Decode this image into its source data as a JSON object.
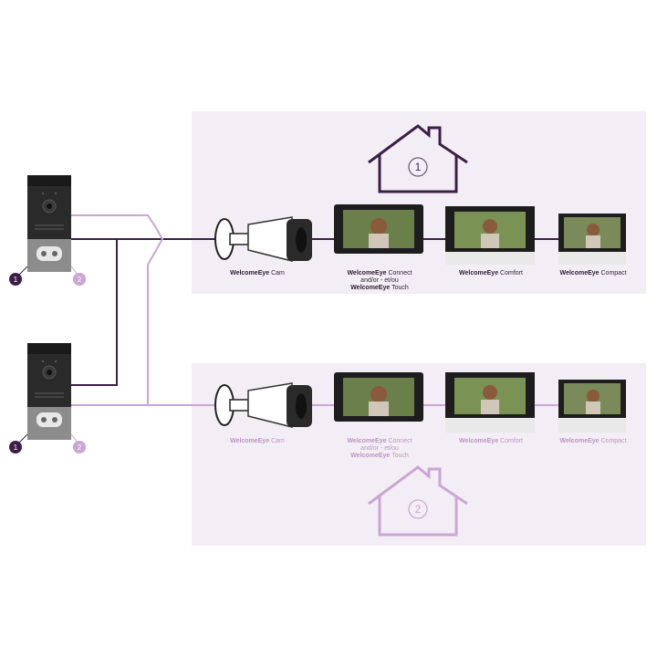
{
  "colors": {
    "dark": "#3b1f47",
    "light": "#c9a6d3",
    "zone_bg": "#f3eef5",
    "muted_text": "#b994c3"
  },
  "houses": [
    {
      "number": "1"
    },
    {
      "number": "2"
    }
  ],
  "doorbells": [
    {
      "badge_left": "1",
      "badge_right": "2"
    },
    {
      "badge_left": "1",
      "badge_right": "2"
    }
  ],
  "devices": [
    {
      "brand": "WelcomeEye",
      "model": "Cam"
    },
    {
      "brand": "WelcomeEye",
      "model": "Connect",
      "line2": "and/or - et/ou",
      "brand2": "WelcomeEye",
      "model2": "Touch"
    },
    {
      "brand": "WelcomeEye",
      "model": "Comfort"
    },
    {
      "brand": "WelcomeEye",
      "model": "Compact"
    }
  ],
  "icons": [
    "house-icon",
    "camera-icon",
    "doorbell-icon",
    "monitor-icon"
  ]
}
